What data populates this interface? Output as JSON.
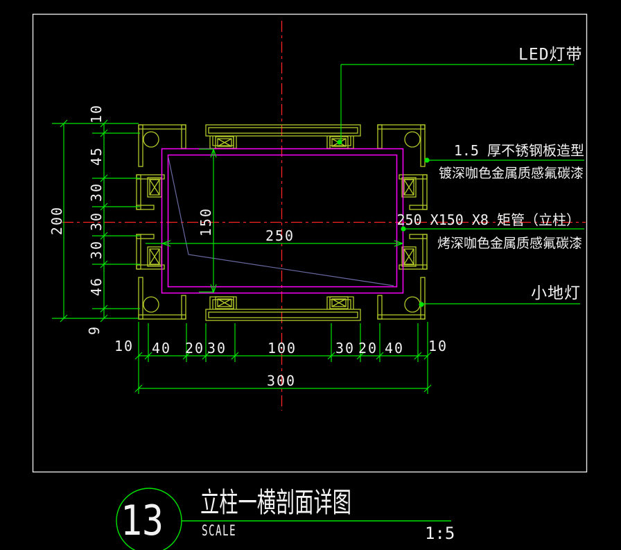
{
  "palette": {
    "line_green": "#00e600",
    "detail_olive": "#b4ca28",
    "tube_magenta": "#ff00ff",
    "centerline_red": "#ff2323",
    "aux_slate": "#6a6aa4",
    "text_white": "#f2f2f2"
  },
  "annotations": {
    "led": "LED灯带",
    "steel_line1": "1.5 厚不锈钢板造型",
    "steel_line2": "镀深咖色金属质感氟碳漆",
    "tube_line1": "250 X150 X8 矩管（立柱）",
    "tube_line2": "烤深咖色金属质感氟碳漆",
    "ground_light": "小地灯"
  },
  "dims": {
    "left_chain": [
      "10",
      "45",
      "30",
      "30",
      "30",
      "46",
      "9"
    ],
    "left_total": "200",
    "bottom_chain": [
      "10",
      "40",
      "20",
      "30",
      "100",
      "30",
      "20",
      "40",
      "10"
    ],
    "bottom_total": "300",
    "tube_width": "250",
    "tube_height": "150"
  },
  "title_block": {
    "number": "13",
    "title": "立柱一横剖面详图",
    "scale_label": "SCALE",
    "scale_value": "1:5"
  }
}
